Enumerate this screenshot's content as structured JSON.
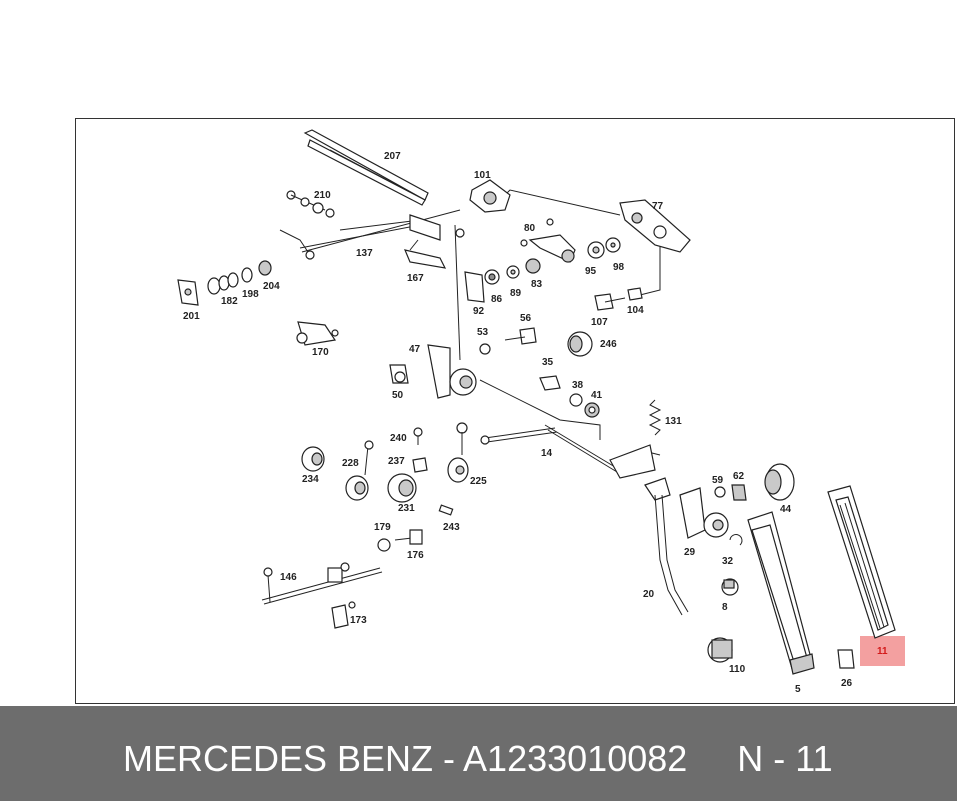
{
  "caption": "MERCEDES BENZ - A1233010082     N - 11",
  "highlight": {
    "label": "11",
    "color": "#f3a0a0"
  },
  "labels": {
    "p207": "207",
    "p210": "210",
    "p137": "137",
    "p101": "101",
    "p77": "77",
    "p80": "80",
    "p95": "95",
    "p98": "98",
    "p167": "167",
    "p86": "86",
    "p89": "89",
    "p83": "83",
    "p92": "92",
    "p201": "201",
    "p182": "182",
    "p198": "198",
    "p204": "204",
    "p170": "170",
    "p107": "107",
    "p104": "104",
    "p53": "53",
    "p56": "56",
    "p246": "246",
    "p47": "47",
    "p50": "50",
    "p35": "35",
    "p38": "38",
    "p41": "41",
    "p131": "131",
    "p240": "240",
    "p228": "228",
    "p237": "237",
    "p14": "14",
    "p234": "234",
    "p225": "225",
    "p231": "231",
    "p243": "243",
    "p59": "59",
    "p62": "62",
    "p44": "44",
    "p179": "179",
    "p176": "176",
    "p29": "29",
    "p32": "32",
    "p146": "146",
    "p20": "20",
    "p8": "8",
    "p173": "173",
    "p110": "110",
    "p5": "5",
    "p26": "26",
    "p11": "11"
  }
}
